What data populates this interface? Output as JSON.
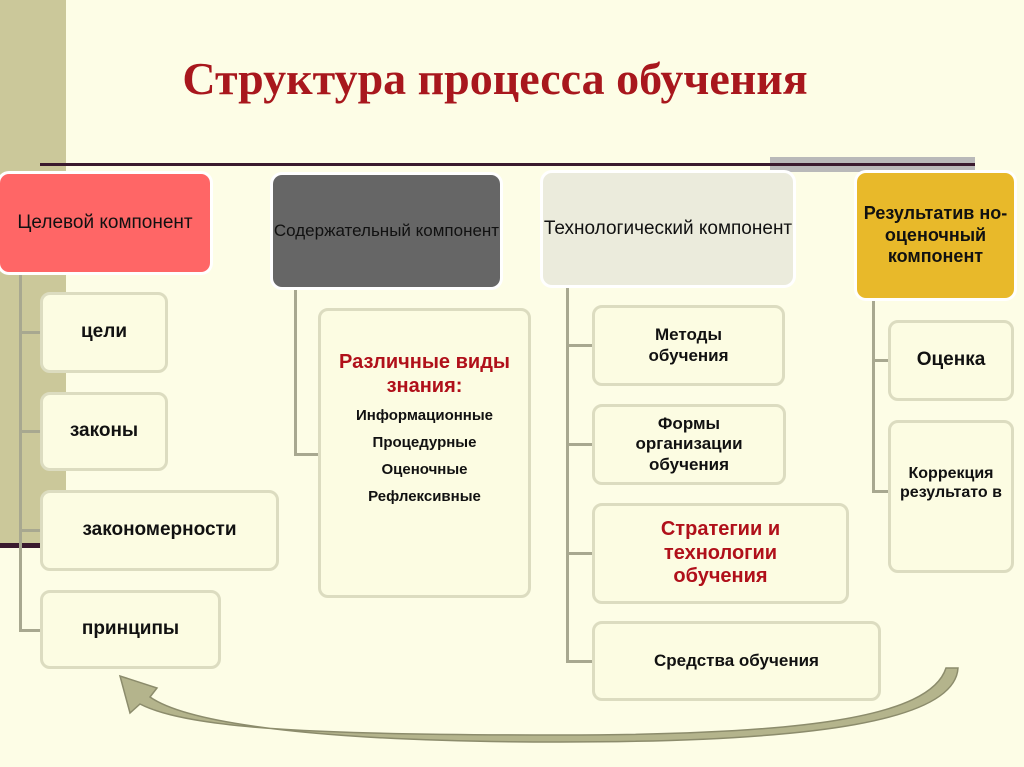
{
  "title": "Структура процесса обучения",
  "columns": [
    {
      "header": "Целевой компонент",
      "color": "#ff6666",
      "items": [
        "цели",
        "законы",
        "закономерности",
        "принципы"
      ]
    },
    {
      "header": "Содержательный компонент",
      "color": "#666666",
      "items": [
        {
          "heading": "Различные виды знания:",
          "list": [
            "Информационные",
            "Процедурные",
            "Оценочные",
            "Рефлексивные"
          ]
        }
      ]
    },
    {
      "header": "Технологический компонент",
      "color": "#ebebdc",
      "items": [
        "Методы обучения",
        "Формы организации обучения",
        "Стратегии и технологии обучения",
        "Средства обучения"
      ]
    },
    {
      "header": "Результатив но-оценочный компонент",
      "color": "#e8b92a",
      "items": [
        "Оценка",
        "Коррекция результато в"
      ]
    }
  ]
}
